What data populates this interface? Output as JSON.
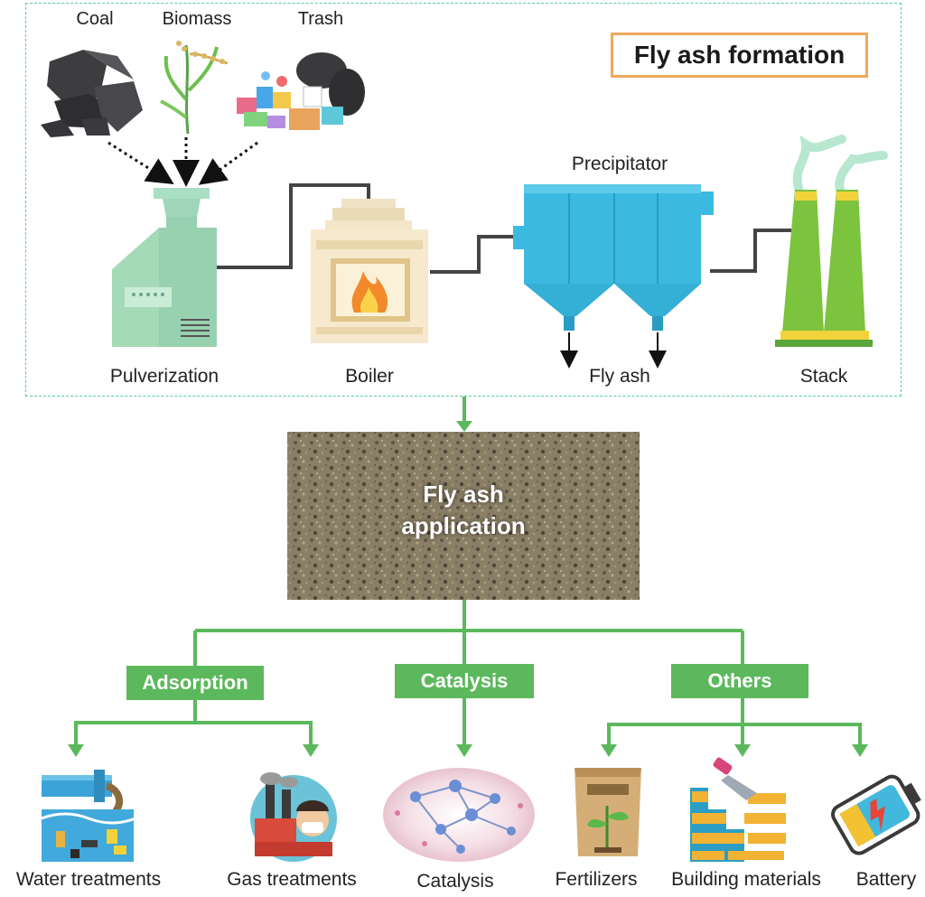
{
  "formation": {
    "title": "Fly ash formation",
    "sources": [
      "Coal",
      "Biomass",
      "Trash"
    ],
    "stages": {
      "pulverization": "Pulverization",
      "boiler": "Boiler",
      "precipitator": "Precipitator",
      "fly_ash": "Fly ash",
      "stack": "Stack"
    }
  },
  "application": {
    "line1": "Fly ash",
    "line2": "application"
  },
  "categories": {
    "adsorption": "Adsorption",
    "catalysis": "Catalysis",
    "others": "Others"
  },
  "uses": {
    "water": "Water treatments",
    "gas": "Gas treatments",
    "catalysis": "Catalysis",
    "fertilizers": "Fertilizers",
    "building": "Building materials",
    "battery": "Battery"
  },
  "icons": [
    "coal-icon",
    "biomass-icon",
    "trash-icon",
    "pulverizer-icon",
    "boiler-icon",
    "precipitator-icon",
    "stack-icon",
    "fly-ash-texture",
    "water-treatment-icon",
    "gas-treatment-icon",
    "catalysis-network-icon",
    "fertilizer-bag-icon",
    "brick-wall-icon",
    "battery-icon"
  ],
  "colors": {
    "dashed_border": "#4fd0a2",
    "title_border": "#f0a95e",
    "category_green": "#5cb85c",
    "arrow_green": "#5cb85c",
    "pipe": "#444444"
  }
}
